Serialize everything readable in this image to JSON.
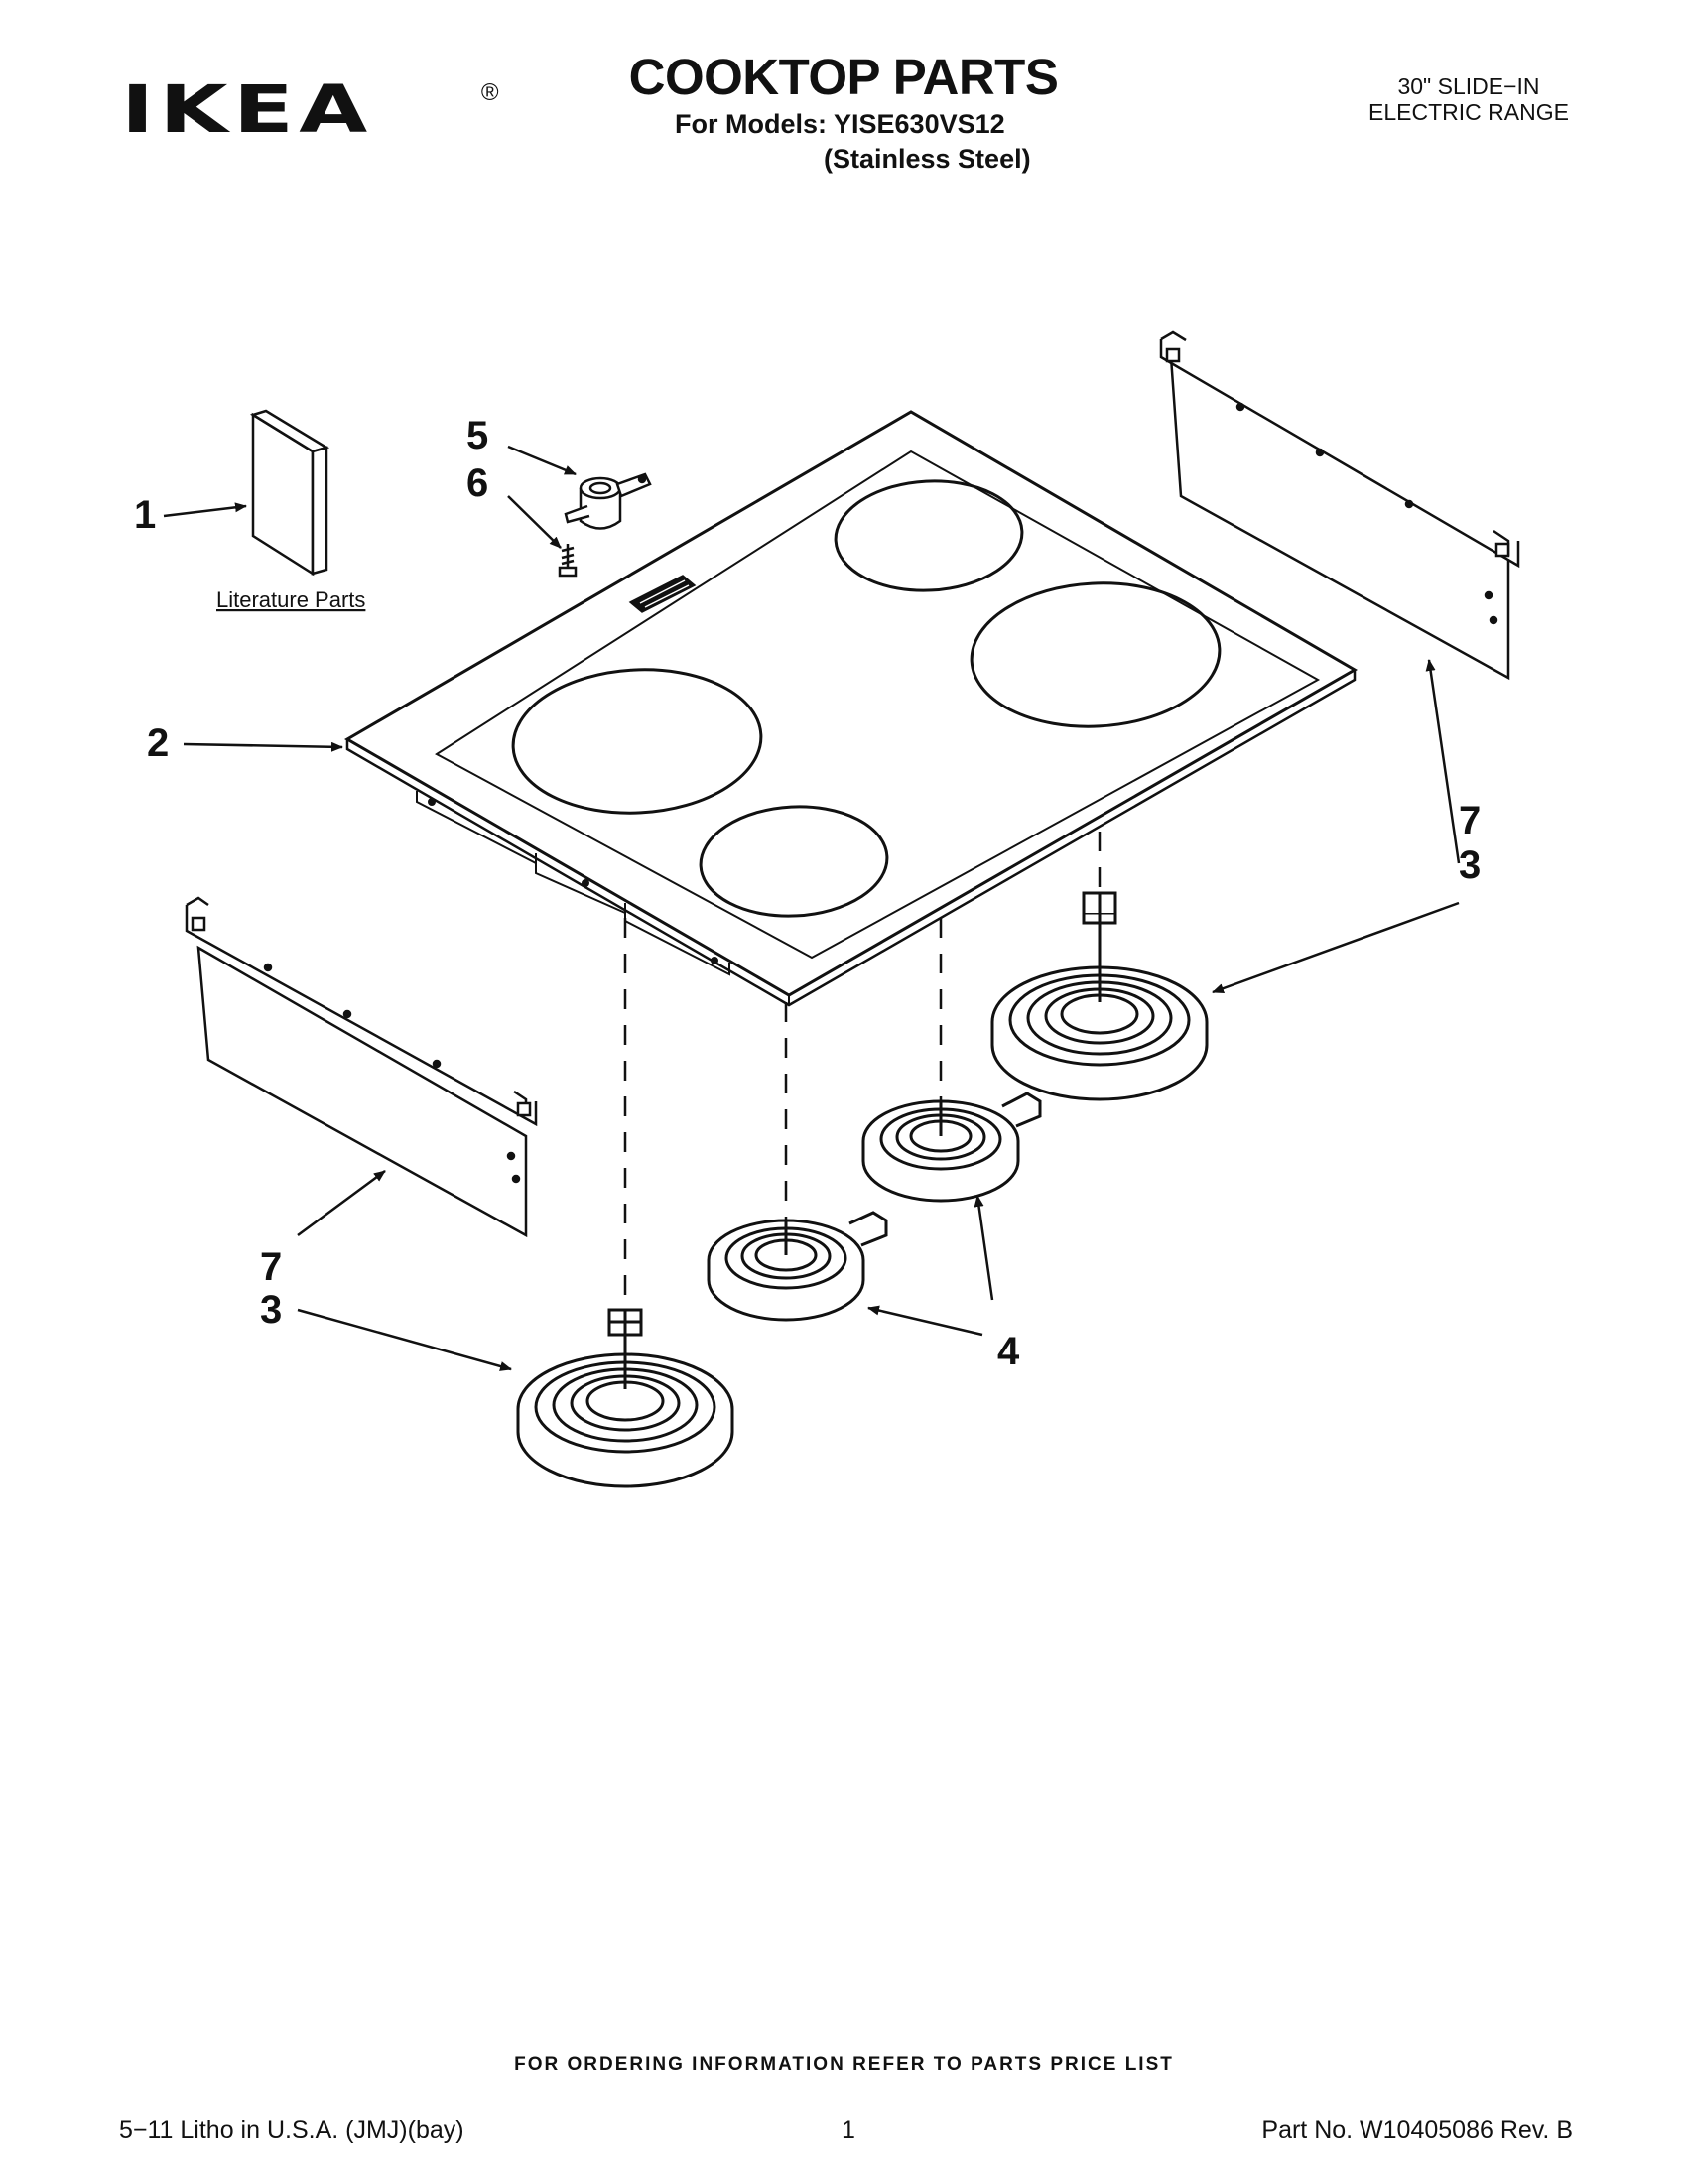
{
  "header": {
    "brand": "IKEA",
    "registered_mark": "®",
    "title": "COOKTOP PARTS",
    "models_line": "For Models: YISE630VS12",
    "finish_line": "(Stainless Steel)",
    "range_type_line1": "30\" SLIDE−IN",
    "range_type_line2": "ELECTRIC RANGE"
  },
  "diagram": {
    "literature_label": "Literature Parts",
    "callouts": {
      "lit": "1",
      "cooktop": "2",
      "elem_right": "3",
      "elem_left": "3",
      "elem_small": "4",
      "switch": "5",
      "screw": "6",
      "bracket_right": "7",
      "bracket_left": "7"
    }
  },
  "footer": {
    "ordering_note": "FOR ORDERING INFORMATION REFER TO PARTS PRICE LIST",
    "litho": "5−11 Litho in U.S.A. (JMJ)(bay)",
    "page_number": "1",
    "part_number": "Part No. W10405086 Rev. B"
  }
}
